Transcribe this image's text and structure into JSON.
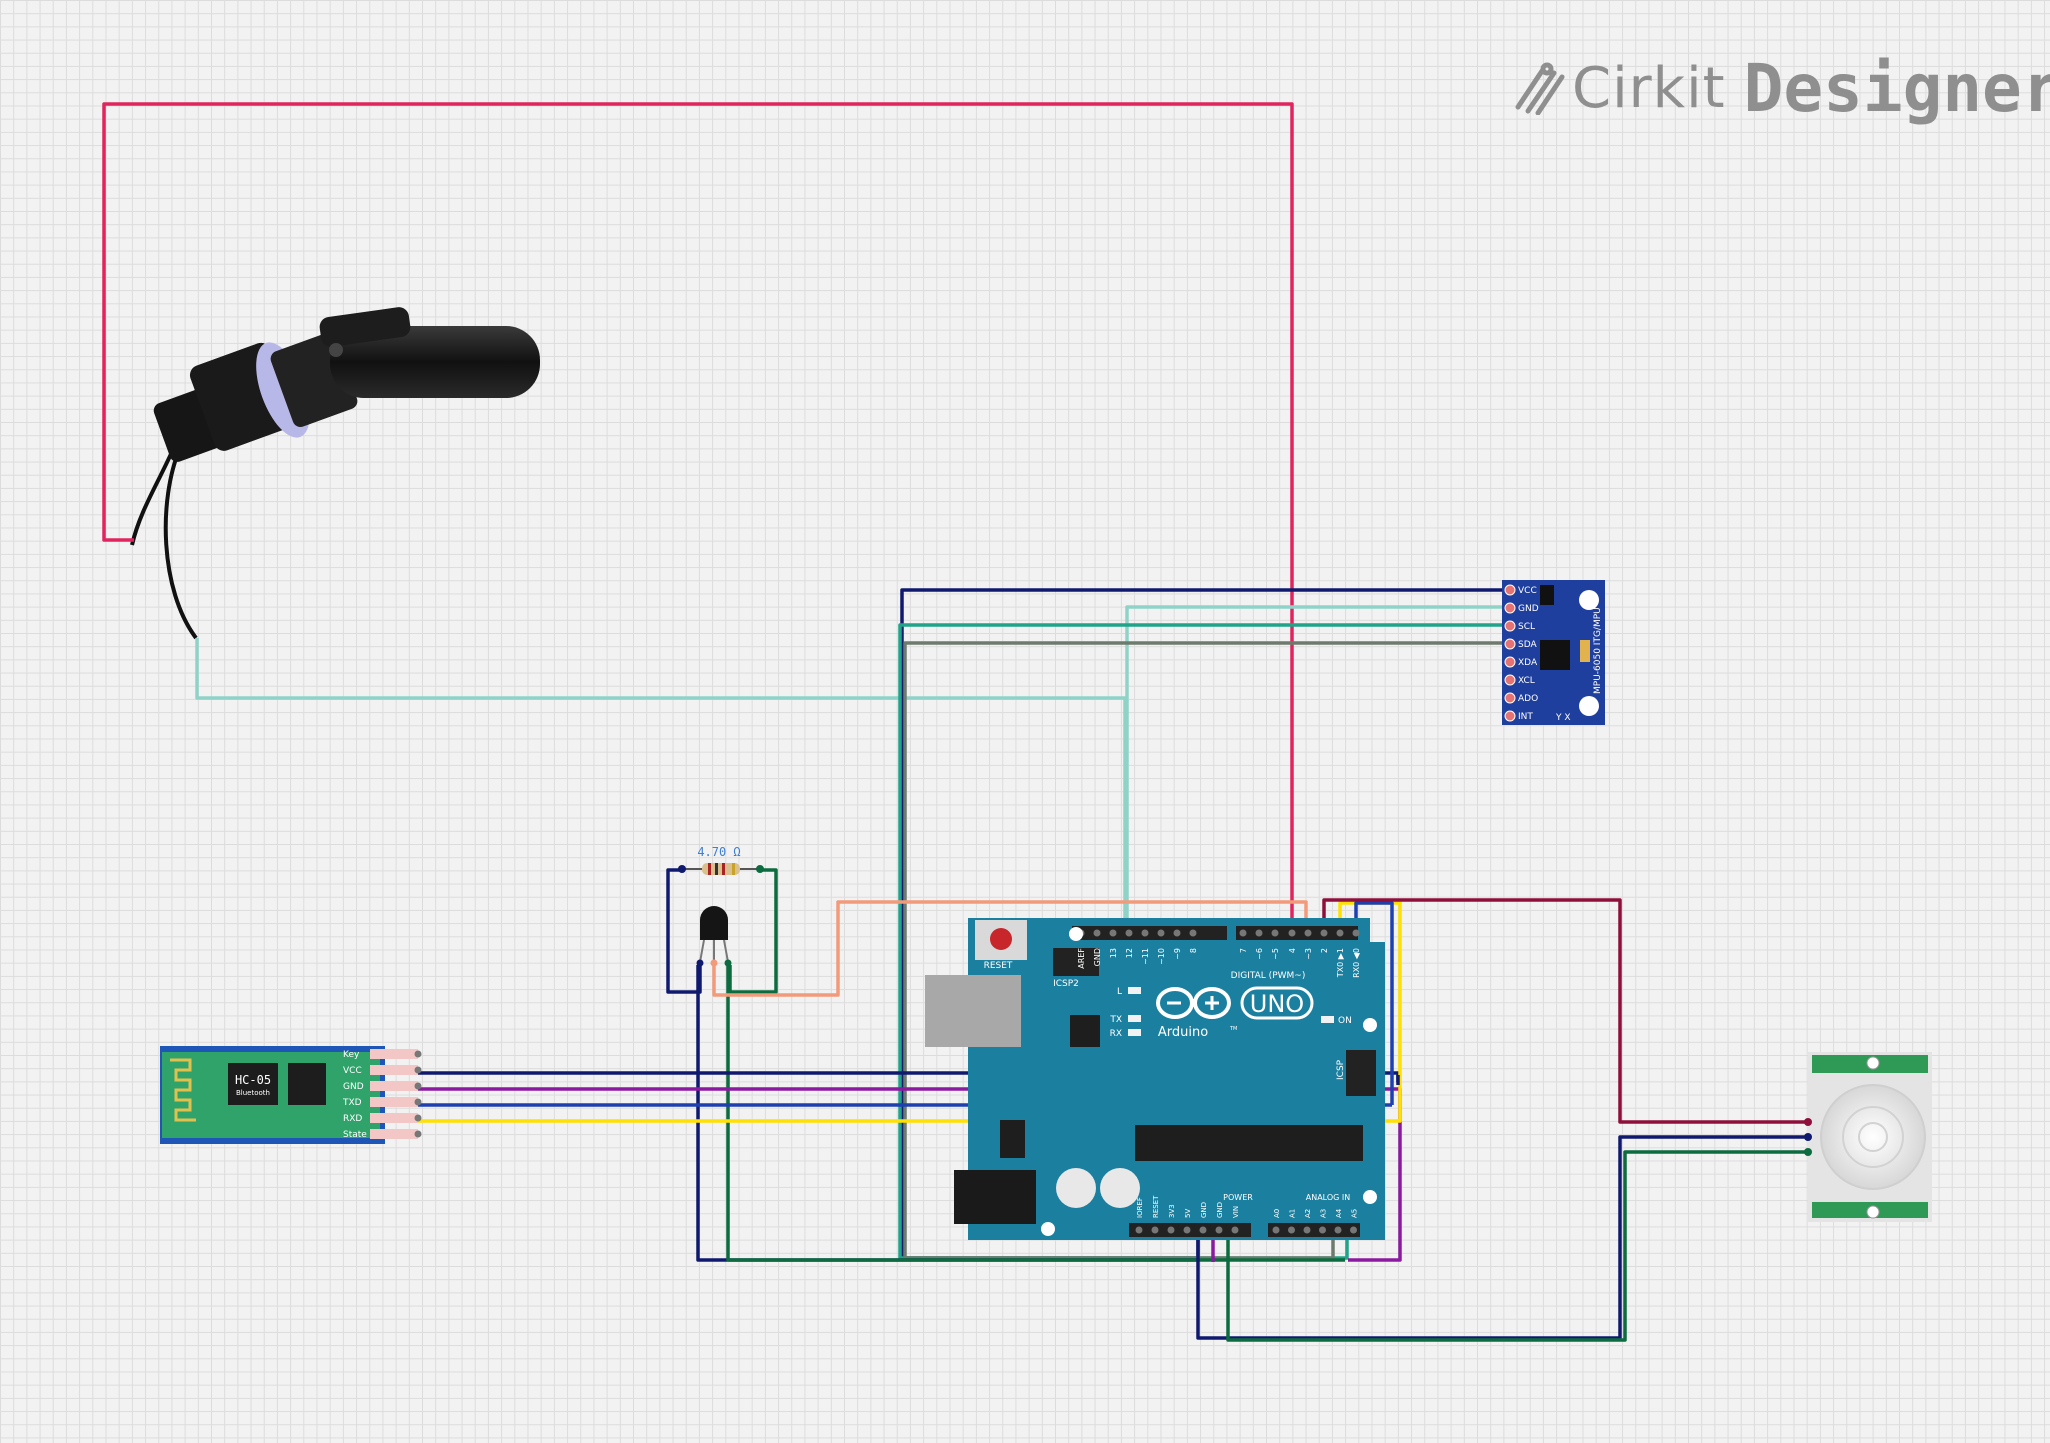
{
  "brand": {
    "name_part1": "Cirkit",
    "name_part2": "Designer",
    "icon": "cirkit-logo-icon"
  },
  "resistor": {
    "value_label": "4.70 Ω"
  },
  "hc05": {
    "title": "HC-05",
    "subtitle": "Bluetooth",
    "pins": [
      "Key",
      "VCC",
      "GND",
      "TXD",
      "RXD",
      "State"
    ]
  },
  "mpu6050": {
    "pins": [
      "VCC",
      "GND",
      "SCL",
      "SDA",
      "XDA",
      "XCL",
      "ADO",
      "INT"
    ],
    "side_label": "MPU-6050 ITG/MPU",
    "axis_label": "Y X"
  },
  "arduino": {
    "reset_label": "RESET",
    "icsp2_label": "ICSP2",
    "brand": "Arduino",
    "model": "UNO",
    "tm": "TM",
    "led_l": "L",
    "led_tx": "TX",
    "led_rx": "RX",
    "on_label": "ON",
    "icsp_label": "ICSP",
    "digital_label": "DIGITAL (PWM~)",
    "power_label": "POWER",
    "analog_label": "ANALOG IN",
    "top_pins": [
      "AREF",
      "GND",
      "13",
      "12",
      "~11",
      "~10",
      "~9",
      "8",
      "7",
      "~6",
      "~5",
      "4",
      "~3",
      "2",
      "TX0 ▶1",
      "RX0 ◀0"
    ],
    "power_pins": [
      "IOREF",
      "RESET",
      "3V3",
      "5V",
      "GND",
      "GND",
      "VIN"
    ],
    "analog_pins": [
      "A0",
      "A1",
      "A2",
      "A3",
      "A4",
      "A5"
    ]
  },
  "colors": {
    "wire_red": "#e0245e",
    "wire_navy": "#0f1a6e",
    "wire_teal": "#1fa389",
    "wire_mint": "#8fd3c8",
    "wire_gray": "#6d7b6d",
    "wire_salmon": "#f39a7a",
    "wire_maroon": "#8e0f3b",
    "wire_yellow": "#ffe000",
    "wire_purple": "#8b1aa0",
    "wire_blue": "#1d3fb0",
    "wire_green": "#0c6b3f",
    "arduino_board": "#1b7fa0",
    "hc05_board": "#1e56b8",
    "mpu_board": "#1f3f9e"
  }
}
